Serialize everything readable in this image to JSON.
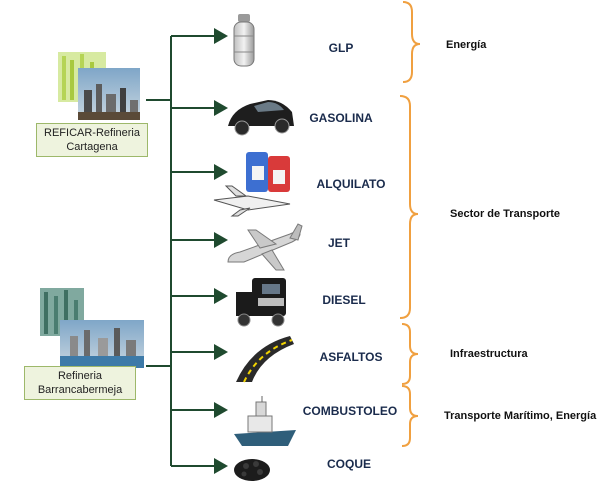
{
  "refineries": [
    {
      "id": "cartagena",
      "label_line1": "REFICAR-Refineria",
      "label_line2": "Cartagena"
    },
    {
      "id": "barranca",
      "label_line1": "Refineria",
      "label_line2": "Barrancabermeja"
    }
  ],
  "products": [
    {
      "id": "glp",
      "label": "GLP",
      "icon": "gas-cylinder-icon"
    },
    {
      "id": "gasolina",
      "label": "GASOLINA",
      "icon": "car-icon"
    },
    {
      "id": "alquilato",
      "label": "ALQUILATO",
      "icon": "fuel-cans-icon"
    },
    {
      "id": "jet",
      "label": "JET",
      "icon": "airplane-icon"
    },
    {
      "id": "diesel",
      "label": "DIESEL",
      "icon": "truck-icon"
    },
    {
      "id": "asfaltos",
      "label": "ASFALTOS",
      "icon": "road-icon"
    },
    {
      "id": "combustoleo",
      "label": "COMBUSTOLEO",
      "icon": "ship-icon"
    },
    {
      "id": "coque",
      "label": "COQUE",
      "icon": "coke-pile-icon"
    }
  ],
  "sectors": [
    {
      "id": "energia",
      "label": "Energía"
    },
    {
      "id": "transporte",
      "label": "Sector de Transporte"
    },
    {
      "id": "infraestructura",
      "label": "Infraestructura"
    },
    {
      "id": "maritimo",
      "label": "Transporte Marítimo, Energía"
    }
  ],
  "colors": {
    "connector": "#1f4a2f",
    "bracket": "#f0a040",
    "label_box": "#eef3de"
  }
}
